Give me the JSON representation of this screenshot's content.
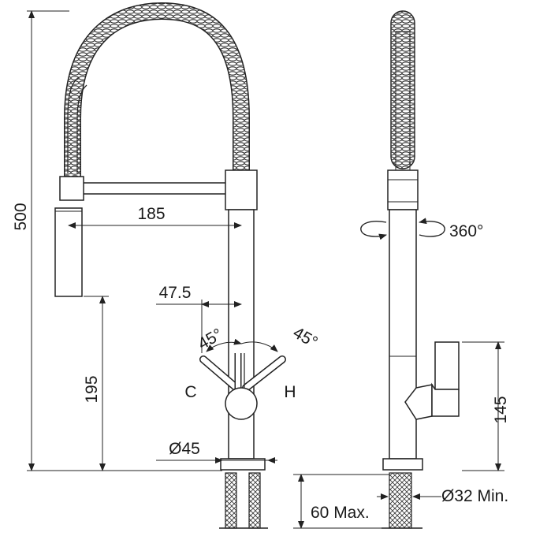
{
  "dimensions": {
    "total_height": "500",
    "reach": "185",
    "spout_height": "195",
    "handle_offset": "47.5",
    "handle_angle_left": "45°",
    "handle_angle_right": "45°",
    "cold_label": "C",
    "hot_label": "H",
    "base_diameter": "Ø45",
    "rotation": "360°",
    "side_height": "145",
    "hole_diameter": "Ø32 Min.",
    "deck_thickness": "60 Max."
  }
}
